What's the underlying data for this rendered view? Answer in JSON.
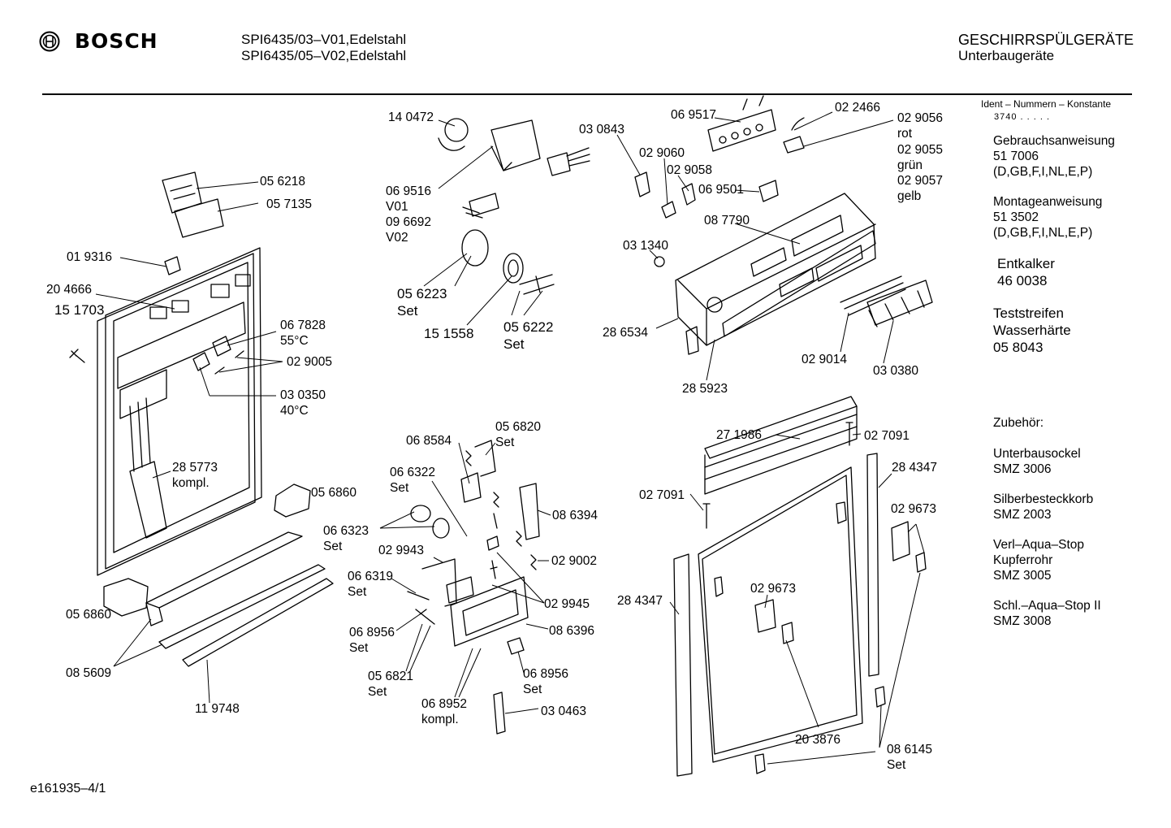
{
  "header": {
    "brand": "BOSCH",
    "models": [
      "SPI6435/03–V01,Edelstahl",
      "SPI6435/05–V02,Edelstahl"
    ],
    "category": "GESCHIRRSPÜLGERÄTE",
    "subcategory": "Unterbaugeräte"
  },
  "sidebar": {
    "ident_title": "Ident – Nummern – Konstante",
    "ident_value": "3740 . . . . .",
    "docs": [
      {
        "lines": [
          "Gebrauchsanweisung",
          "51 7006",
          "(D,GB,F,I,NL,E,P)"
        ]
      },
      {
        "lines": [
          "Montageanweisung",
          "51 3502",
          "(D,GB,F,I,NL,E,P)"
        ]
      }
    ],
    "extras": [
      {
        "lines": [
          "Entkalker",
          "46 0038"
        ]
      },
      {
        "lines": [
          "Teststreifen",
          "Wasserhärte",
          "05 8043"
        ]
      }
    ],
    "accessories_title": "Zubehör:",
    "accessories": [
      {
        "lines": [
          "Unterbausockel",
          "SMZ 3006"
        ]
      },
      {
        "lines": [
          "Silberbesteckkorb",
          "SMZ 2003"
        ]
      },
      {
        "lines": [
          "Verl–Aqua–Stop",
          "Kupferrohr",
          "SMZ 3005"
        ]
      },
      {
        "lines": [
          "Schl.–Aqua–Stop II",
          "SMZ 3008"
        ]
      }
    ]
  },
  "parts": {
    "p01": "14 0472",
    "p02": "06 9516",
    "p03": "V01",
    "p04": "09 6692",
    "p05": "V02",
    "p06": "05 6218",
    "p07": "05 7135",
    "p08": "01 9316",
    "p09": "20 4666",
    "p10": "15 1703",
    "p11": "06 7828",
    "p12": "55°C",
    "p13": "02 9005",
    "p14": "03 0350",
    "p15": "40°C",
    "p16": "28 5773",
    "p17": "kompl.",
    "p18": "05 6860",
    "p19": "05 6860",
    "p20": "08 5609",
    "p21": "11 9748",
    "p22": "05 6223",
    "p23": "Set",
    "p24": "15 1558",
    "p25": "05 6222",
    "p26": "Set",
    "p27": "03 0843",
    "p28": "02 9060",
    "p29": "02 9058",
    "p30": "06 9517",
    "p31": "02 2466",
    "p32": "02 9056",
    "p33": "rot",
    "p34": "02 9055",
    "p35": "grün",
    "p36": "02 9057",
    "p37": "gelb",
    "p38": "06 9501",
    "p39": "08 7790",
    "p40": "03 1340",
    "p41": "28 6534",
    "p42": "28 5923",
    "p43": "02 9014",
    "p44": "03 0380",
    "p45": "06 8584",
    "p46": "05 6820",
    "p47": "Set",
    "p48": "06 6322",
    "p49": "Set",
    "p50": "08 6394",
    "p51": "06 6323",
    "p52": "Set",
    "p53": "02 9943",
    "p54": "02 9002",
    "p55": "06 6319",
    "p56": "Set",
    "p57": "02 9945",
    "p58": "06 8956",
    "p59": "Set",
    "p60": "08 6396",
    "p61": "05 6821",
    "p62": "Set",
    "p63": "06 8956",
    "p64": "Set",
    "p65": "06 8952",
    "p66": "kompl.",
    "p67": "03 0463",
    "p68": "27 1986",
    "p69": "02 7091",
    "p70": "28 4347",
    "p71": "02 7091",
    "p72": "02 9673",
    "p73": "28 4347",
    "p74": "02 9673",
    "p75": "20 3876",
    "p76": "08 6145",
    "p77": "Set"
  },
  "footer": "e161935–4/1"
}
